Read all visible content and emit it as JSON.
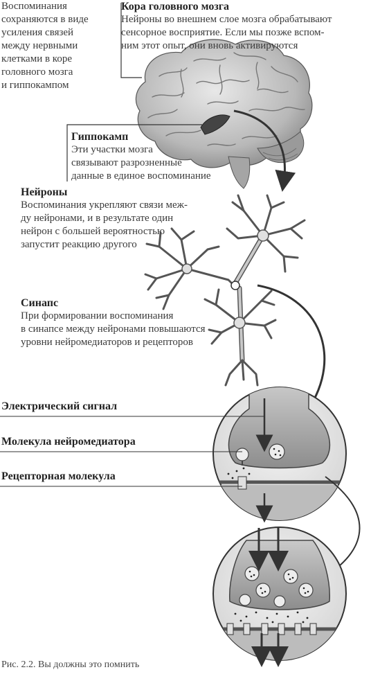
{
  "intro": {
    "lines": [
      "Воспоминания",
      "сохраняются в виде",
      "усиления связей",
      "между нервными",
      "клетками в коре",
      "головного мозга",
      "и гиппокампом"
    ]
  },
  "cortex": {
    "title": "Кора головного мозга",
    "lines": [
      "Нейроны во внешнем слое мозга обрабатывают",
      "сенсорное восприятие. Если мы позже вспом-",
      "ним этот опыт, они вновь активируются"
    ]
  },
  "hippocampus": {
    "title": "Гиппокамп",
    "lines": [
      "Эти участки мозга",
      "связывают разрозненные",
      "данные в единое воспоминание"
    ]
  },
  "neurons": {
    "title": "Нейроны",
    "lines": [
      "Воспоминания укрепляют связи меж-",
      "ду нейронами, и в результате один",
      "нейрон с большей вероятностью",
      "запустит реакцию другого"
    ]
  },
  "synapse": {
    "title": "Синапс",
    "lines": [
      "При формировании воспоминания",
      "в синапсе между нейронами повышаются",
      "уровни нейромедиаторов и рецепторов"
    ]
  },
  "labels": {
    "electric": "Электрический сигнал",
    "neurotransmitter": "Молекула нейромедиатора",
    "receptor": "Рецепторная молекула"
  },
  "caption": "Рис. 2.2. Вы должны это помнить"
}
